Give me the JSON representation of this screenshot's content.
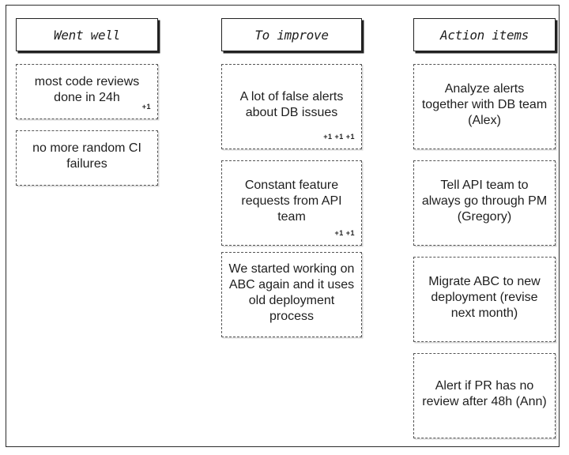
{
  "columns": [
    {
      "title": "Went well",
      "cards": [
        {
          "text": "most code reviews done in 24h",
          "votes": "+1"
        },
        {
          "text": "no more random CI failures",
          "votes": ""
        }
      ]
    },
    {
      "title": "To improve",
      "cards": [
        {
          "text": "A lot of false alerts about DB issues",
          "votes": "+1 +1 +1"
        },
        {
          "text": "Constant feature requests from API team",
          "votes": "+1 +1"
        },
        {
          "text": "We started working on ABC again and it uses old deployment process",
          "votes": ""
        }
      ]
    },
    {
      "title": "Action items",
      "cards": [
        {
          "text": "Analyze alerts together with DB team (Alex)",
          "votes": ""
        },
        {
          "text": "Tell API team to always go through PM (Gregory)",
          "votes": ""
        },
        {
          "text": "Migrate ABC to new deployment (revise next month)",
          "votes": ""
        },
        {
          "text": "Alert if PR has no review after 48h (Ann)",
          "votes": ""
        }
      ]
    }
  ]
}
